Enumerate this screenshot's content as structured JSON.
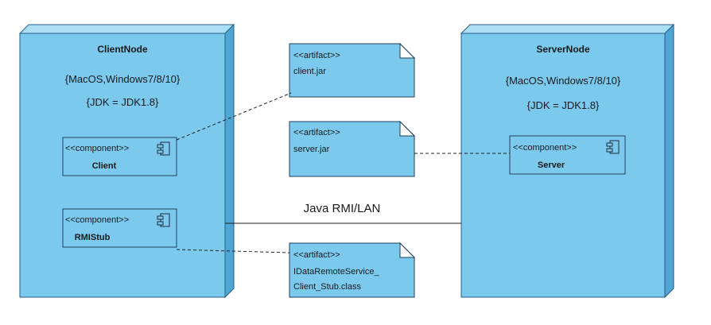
{
  "nodes": {
    "client": {
      "title": "ClientNode",
      "os": "{MacOS,Windows7/8/10}",
      "jdk": "{JDK = JDK1.8}",
      "components": [
        {
          "stereotype": "<<component>>",
          "name": "Client"
        },
        {
          "stereotype": "<<component>>",
          "name": "RMIStub"
        }
      ]
    },
    "server": {
      "title": "ServerNode",
      "os": "{MacOS,Windows7/8/10}",
      "jdk": "{JDK = JDK1.8}",
      "components": [
        {
          "stereotype": "<<component>>",
          "name": "Server"
        }
      ]
    }
  },
  "artifacts": [
    {
      "stereotype": "<<artifact>>",
      "lines": [
        "client.jar"
      ]
    },
    {
      "stereotype": "<<artifact>>",
      "lines": [
        "server.jar"
      ]
    },
    {
      "stereotype": "<<artifact>>",
      "lines": [
        "IDataRemoteService_",
        "Client_Stub.class"
      ]
    }
  ],
  "link": {
    "label": "Java RMI/LAN"
  },
  "colors": {
    "node_fill": "#7cc9ee",
    "node_top": "#aadff6",
    "node_side": "#4fa6d2",
    "border": "#2a5d82"
  }
}
